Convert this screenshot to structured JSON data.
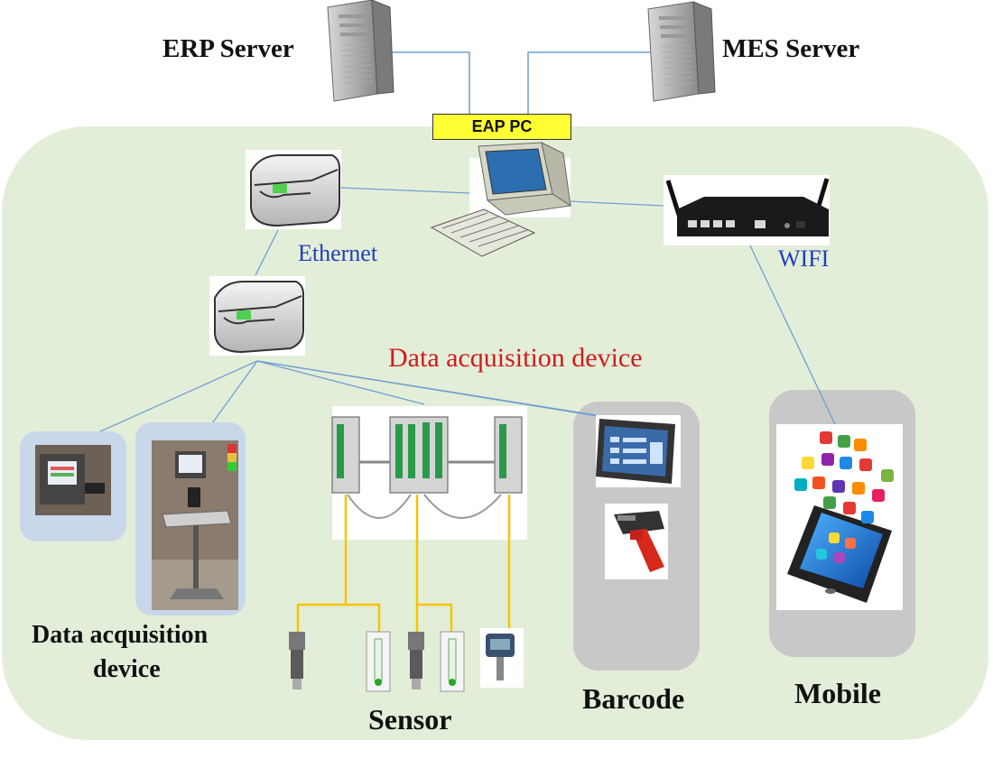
{
  "labels": {
    "erp_server": "ERP Server",
    "mes_server": "MES Server",
    "eap_pc": "EAP PC",
    "ethernet": "Ethernet",
    "wifi": "WIFI",
    "data_acquisition_device_red": "Data acquisition device",
    "data_acquisition_device_line1": "Data acquisition",
    "data_acquisition_device_line2": "device",
    "sensor": "Sensor",
    "barcode": "Barcode",
    "mobile": "Mobile"
  },
  "colors": {
    "panel_background": "#e3eed9",
    "eap_box": "#ffff33",
    "connector_blue": "#6f9fd0",
    "sensor_wire": "#f5c400",
    "label_blue": "#1f3fbf",
    "label_red": "#d01c1c",
    "device_panel_gray": "#c9c8c9"
  }
}
